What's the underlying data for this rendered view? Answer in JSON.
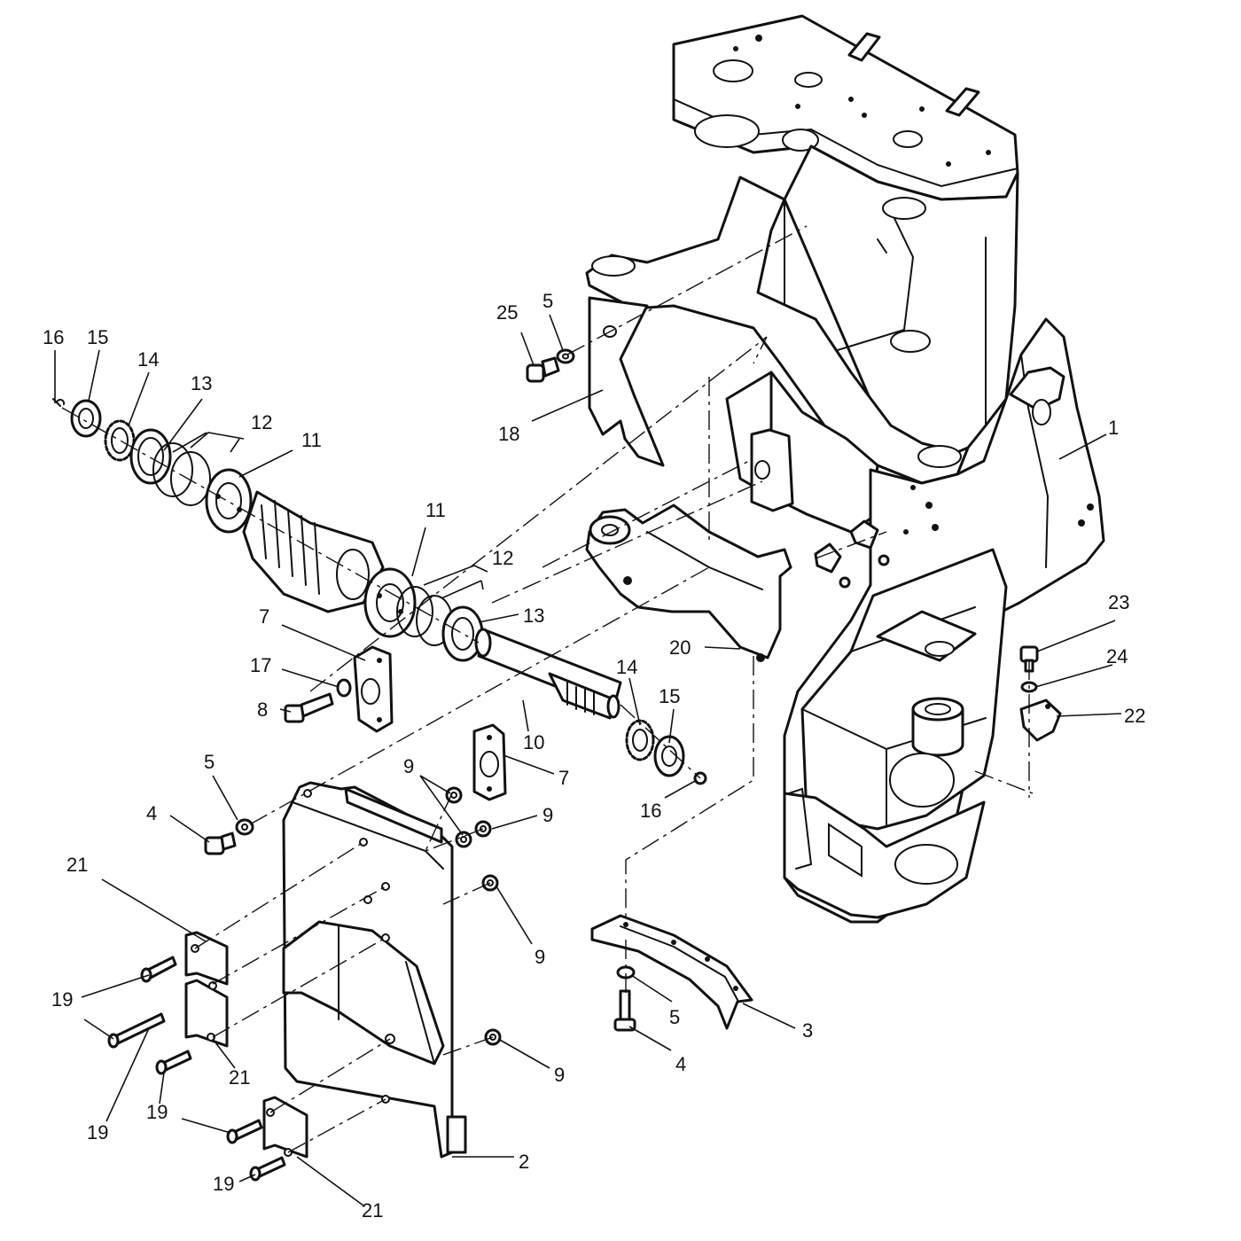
{
  "diagram": {
    "callouts": [
      {
        "id": "c1",
        "text": "1"
      },
      {
        "id": "c2",
        "text": "2"
      },
      {
        "id": "c3",
        "text": "3"
      },
      {
        "id": "c4a",
        "text": "4"
      },
      {
        "id": "c4b",
        "text": "4"
      },
      {
        "id": "c5a",
        "text": "5"
      },
      {
        "id": "c5b",
        "text": "5"
      },
      {
        "id": "c5c",
        "text": "5"
      },
      {
        "id": "c7a",
        "text": "7"
      },
      {
        "id": "c7b",
        "text": "7"
      },
      {
        "id": "c8",
        "text": "8"
      },
      {
        "id": "c9a",
        "text": "9"
      },
      {
        "id": "c9b",
        "text": "9"
      },
      {
        "id": "c9c",
        "text": "9"
      },
      {
        "id": "c9d",
        "text": "9"
      },
      {
        "id": "c10",
        "text": "10"
      },
      {
        "id": "c11a",
        "text": "11"
      },
      {
        "id": "c11b",
        "text": "11"
      },
      {
        "id": "c12a",
        "text": "12"
      },
      {
        "id": "c12b",
        "text": "12"
      },
      {
        "id": "c13a",
        "text": "13"
      },
      {
        "id": "c13b",
        "text": "13"
      },
      {
        "id": "c14a",
        "text": "14"
      },
      {
        "id": "c14b",
        "text": "14"
      },
      {
        "id": "c15a",
        "text": "15"
      },
      {
        "id": "c15b",
        "text": "15"
      },
      {
        "id": "c16a",
        "text": "16"
      },
      {
        "id": "c16b",
        "text": "16"
      },
      {
        "id": "c17",
        "text": "17"
      },
      {
        "id": "c18",
        "text": "18"
      },
      {
        "id": "c19a",
        "text": "19"
      },
      {
        "id": "c19b",
        "text": "19"
      },
      {
        "id": "c19c",
        "text": "19"
      },
      {
        "id": "c19d",
        "text": "19"
      },
      {
        "id": "c20",
        "text": "20"
      },
      {
        "id": "c21a",
        "text": "21"
      },
      {
        "id": "c21b",
        "text": "21"
      },
      {
        "id": "c21c",
        "text": "21"
      },
      {
        "id": "c22",
        "text": "22"
      },
      {
        "id": "c23",
        "text": "23"
      },
      {
        "id": "c24",
        "text": "24"
      },
      {
        "id": "c25",
        "text": "25"
      }
    ]
  }
}
